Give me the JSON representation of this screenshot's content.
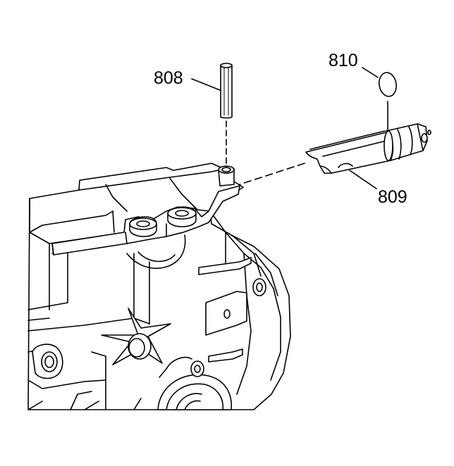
{
  "callouts": {
    "pin": "808",
    "sleeve": "809",
    "seal_ring": "810"
  }
}
